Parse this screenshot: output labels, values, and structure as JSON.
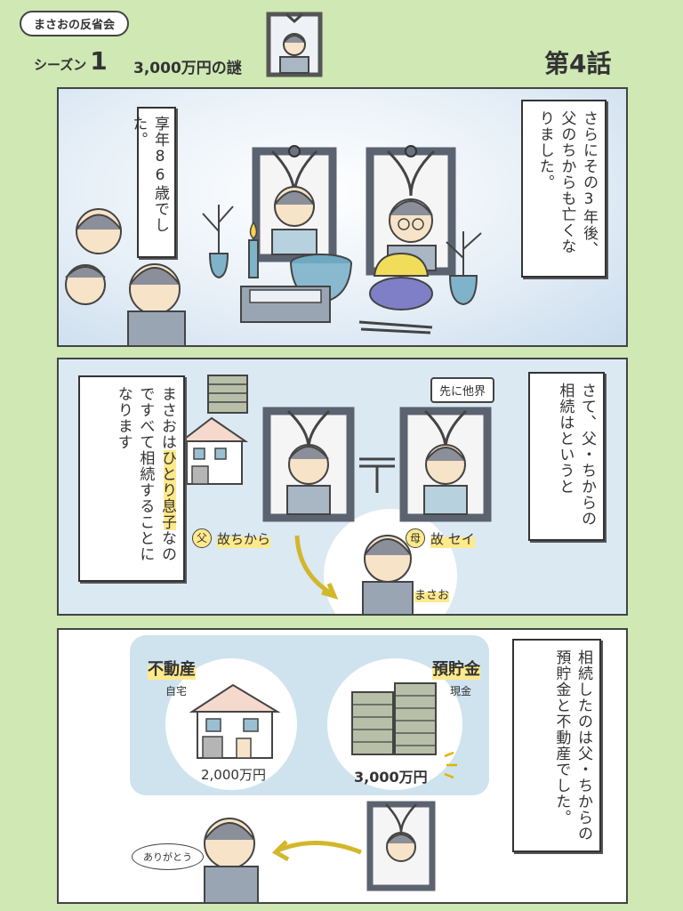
{
  "header": {
    "series_badge": "まさおの反省会",
    "season_prefix": "シーズン",
    "season_number": "1",
    "subtitle": "3,000万円の謎",
    "episode": "第4話"
  },
  "panel1": {
    "narration": "さらにその3年後、父のちからも亡くなりました。",
    "age_caption": "享年86歳でした。"
  },
  "panel2": {
    "narration": "さて、父・ちからの相続はというと",
    "explain_before": "まさおは",
    "explain_highlight": "ひとり息子",
    "explain_after": "なのですべて相続することになります",
    "father_symbol": "父",
    "father_label": "故ちから",
    "mother_symbol": "母",
    "mother_label": "故 セイ",
    "mother_note": "先に他界",
    "son_label": "まさお"
  },
  "panel3": {
    "narration": "相続したのは父・ちからの預貯金と不動産でした。",
    "realestate_title": "不動産",
    "realestate_sub": "自宅",
    "realestate_value": "2,000万円",
    "deposit_title": "預貯金",
    "deposit_sub": "現金",
    "deposit_value": "3,000万円",
    "thanks": "ありがとう"
  },
  "colors": {
    "page_bg": "#cfe8b4",
    "panel_bg": "#dbe9f3",
    "highlight": "#ffe98a",
    "frame": "#6b7280"
  }
}
